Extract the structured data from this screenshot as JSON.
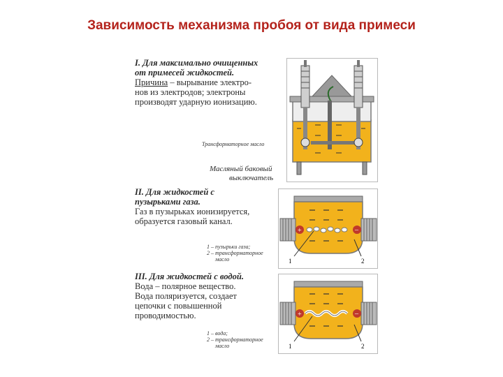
{
  "title": "Зависимость механизма пробоя от вида примеси",
  "section1": {
    "heading_line1": "I. Для максимально очищенных",
    "heading_line2": "от примесей жидкостей.",
    "cause_word": "Причина",
    "line1_rest": " – вырывание электро-",
    "line2": "нов из электродов; электроны",
    "line3": "производят ударную ионизацию.",
    "oil_label": "Трансформаторное масло",
    "caption_line1": "Масляный баковый",
    "caption_line2": "выключатель"
  },
  "section2": {
    "heading_line1": "II. Для жидкостей с",
    "heading_line2": "пузырьками газа.",
    "line1": "Газ в пузырьках ионизируется,",
    "line2": "образуется газовый канал.",
    "legend1": "1 – пузырьки газа;",
    "legend2": "2 – трансформаторное",
    "legend3": "масло",
    "n1": "1",
    "n2": "2"
  },
  "section3": {
    "heading": "III. Для жидкостей с водой.",
    "line1": "Вода – полярное вещество.",
    "line2": "Вода поляризуется, создает",
    "line3": "цепочки с повышенной",
    "line4": "проводимостью.",
    "legend1": "1 – вода;",
    "legend2": "2 – трансформаторное",
    "legend3": "масло",
    "n1": "1",
    "n2": "2"
  },
  "colors": {
    "title": "#b4231c",
    "oil": "#f2b21c",
    "oil_dark": "#d58a10",
    "metal": "#9a9a9a",
    "electrode_plus": "#c0392b"
  }
}
